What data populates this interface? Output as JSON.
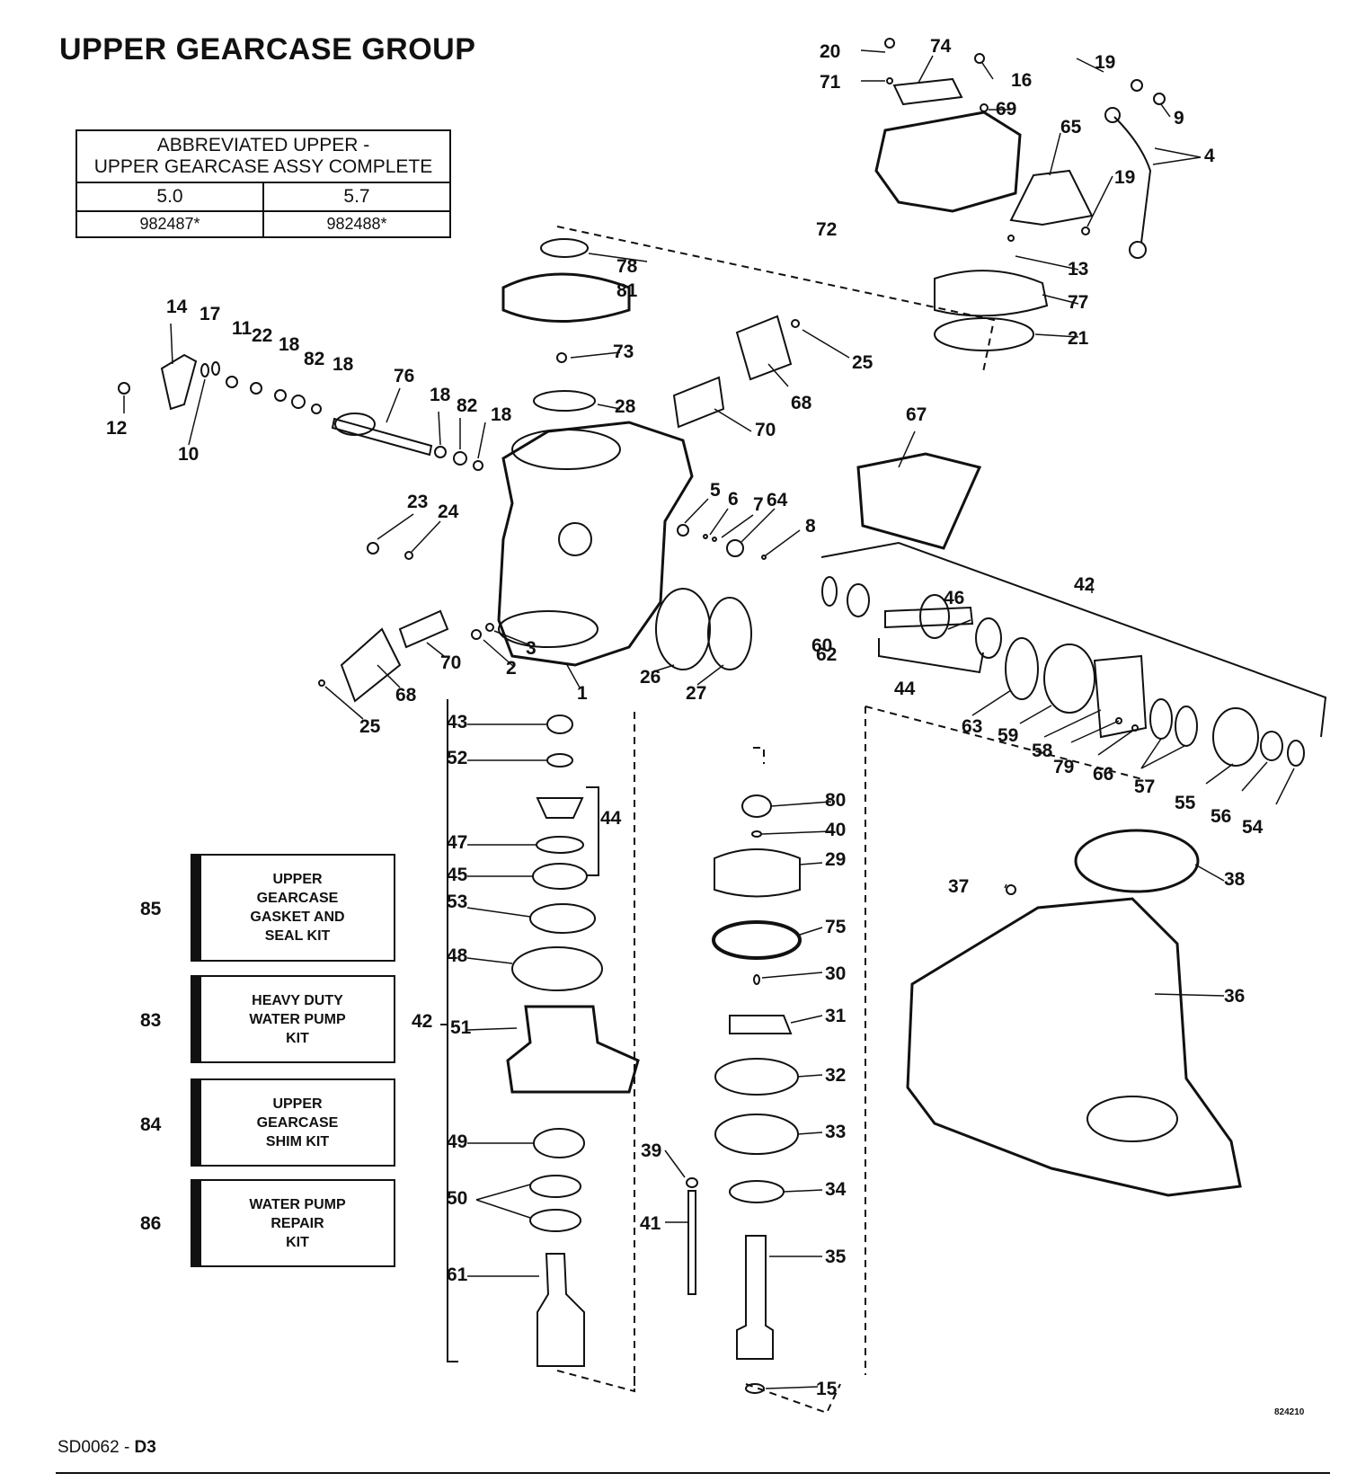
{
  "title": "UPPER GEARCASE GROUP",
  "abbreviated_table": {
    "header_line1": "ABBREVIATED UPPER -",
    "header_line2": "UPPER GEARCASE ASSY COMPLETE",
    "columns": [
      "5.0",
      "5.7"
    ],
    "values": [
      "982487*",
      "982488*"
    ]
  },
  "kits": [
    {
      "number": "85",
      "label": "UPPER\nGEARCASE\nGASKET AND\nSEAL KIT"
    },
    {
      "number": "83",
      "label": "HEAVY DUTY\nWATER PUMP\nKIT"
    },
    {
      "number": "84",
      "label": "UPPER\nGEARCASE\nSHIM KIT"
    },
    {
      "number": "86",
      "label": "WATER PUMP\nREPAIR\nKIT"
    }
  ],
  "part_labels": [
    "1",
    "2",
    "3",
    "4",
    "5",
    "6",
    "7",
    "8",
    "9",
    "10",
    "11",
    "12",
    "13",
    "14",
    "15",
    "16",
    "17",
    "18",
    "19",
    "20",
    "21",
    "22",
    "23",
    "24",
    "25",
    "26",
    "27",
    "28",
    "29",
    "30",
    "31",
    "32",
    "33",
    "34",
    "35",
    "36",
    "37",
    "38",
    "39",
    "40",
    "41",
    "42",
    "43",
    "44",
    "45",
    "46",
    "47",
    "48",
    "49",
    "50",
    "51",
    "52",
    "53",
    "54",
    "55",
    "56",
    "57",
    "58",
    "59",
    "60",
    "61",
    "62",
    "63",
    "64",
    "65",
    "66",
    "67",
    "68",
    "69",
    "70",
    "71",
    "72",
    "73",
    "74",
    "75",
    "76",
    "77",
    "78",
    "79",
    "80",
    "81",
    "82"
  ],
  "footer": {
    "code": "SD0062 - ",
    "code_bold": "D3",
    "reference": "824210"
  }
}
